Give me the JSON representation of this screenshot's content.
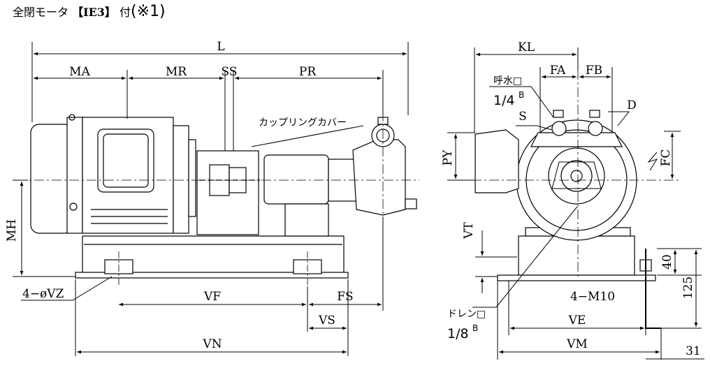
{
  "header": {
    "motor_label": "全閉モータ",
    "ie_label": "【IE3】",
    "attach_label": "付",
    "note_ref": "(※1)"
  },
  "side_view": {
    "L": "L",
    "MA": "MA",
    "MR": "MR",
    "SS": "SS",
    "PR": "PR",
    "MH": "MH",
    "VF": "VF",
    "FS": "FS",
    "VS": "VS",
    "VN": "VN",
    "bolt_hole": "4−øVZ",
    "coupling_cover": "カップリングカバー"
  },
  "front_view": {
    "KL": "KL",
    "FA": "FA",
    "FB": "FB",
    "D": "D",
    "S": "S",
    "PY": "PY",
    "FC": "FC",
    "VT": "VT",
    "priming_port": "呼水□",
    "priming_size": "1/4",
    "priming_sup": "B",
    "drain_port": "ドレン□",
    "drain_size": "1/8",
    "drain_sup": "B",
    "bolt": "4−M10",
    "VE": "VE",
    "VM": "VM",
    "dim_40": "40",
    "dim_125": "125",
    "dim_31": "31"
  }
}
